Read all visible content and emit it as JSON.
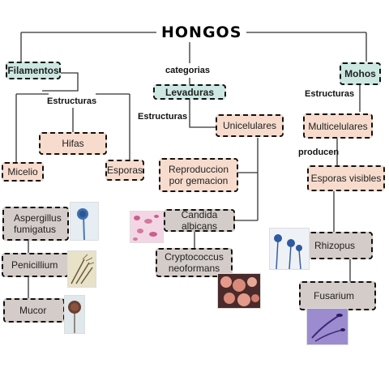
{
  "title": "HONGOS",
  "labels": {
    "categorias": "categorias",
    "estructuras_fil": "Estructuras",
    "estructuras_lev": "Estructuras",
    "estructuras_moh": "Estructuras",
    "producen": "producen"
  },
  "nodes": {
    "filamentos": "Filamentos",
    "levaduras": "Levaduras",
    "mohos": "Mohos",
    "hifas": "Hifas",
    "micelio": "Micelio",
    "esporas": "Esporas",
    "unicelulares": "Unicelulares",
    "reproduccion": "Reproduccion por gemacion",
    "candida": "Candida albicans",
    "cryptococcus": "Cryptococcus neoformans",
    "multicelulares": "Multicelulares",
    "esporas_visibles": "Esporas  visibles",
    "rhizopus": "Rhizopus",
    "fusarium": "Fusarium",
    "aspergillus": "Aspergillus fumigatus",
    "penicillium": "Penicillium",
    "mucor": "Mucor"
  },
  "images": [
    "aspergillus-photo",
    "penicillium-photo",
    "mucor-photo",
    "candida-photo",
    "cryptococcus-photo",
    "rhizopus-photo",
    "fusarium-photo"
  ]
}
